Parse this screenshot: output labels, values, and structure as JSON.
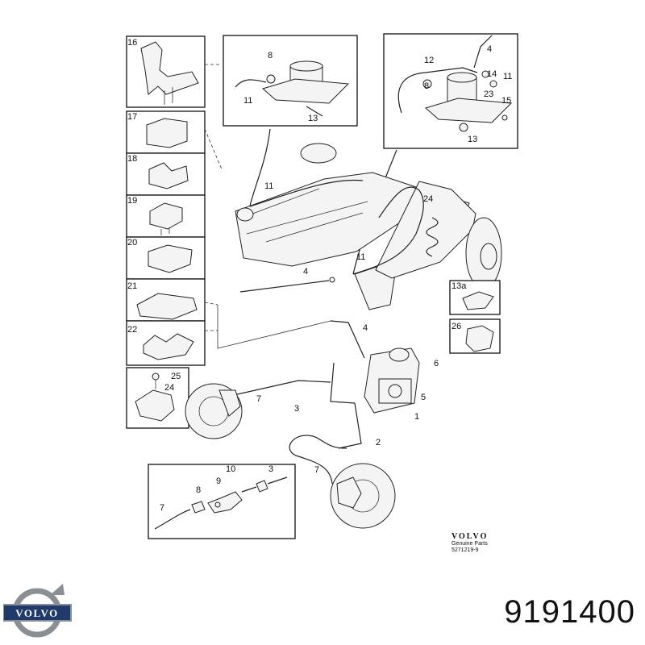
{
  "callouts": {
    "c1": "1",
    "c2": "2",
    "c3": "3",
    "c4": "4",
    "c5": "5",
    "c6": "6",
    "c7": "7",
    "c8": "8",
    "c9": "9",
    "c10": "10",
    "c11": "11",
    "c12": "12",
    "c13": "13",
    "c13a": "13a",
    "c14": "14",
    "c15": "15",
    "c16": "16",
    "c17": "17",
    "c18": "18",
    "c19": "19",
    "c20": "20",
    "c21": "21",
    "c22": "22",
    "c23": "23",
    "c24": "24",
    "c25": "25",
    "c26": "26"
  },
  "stamp": {
    "brand": "VOLVO",
    "subtitle": "Genuine Parts",
    "code": "5271219-9"
  },
  "logo_text": "VOLVO",
  "part_number": "9191400",
  "colors": {
    "ink": "#222222",
    "logo_blue": "#1f3a6b",
    "logo_steel": "#8a8f96"
  }
}
